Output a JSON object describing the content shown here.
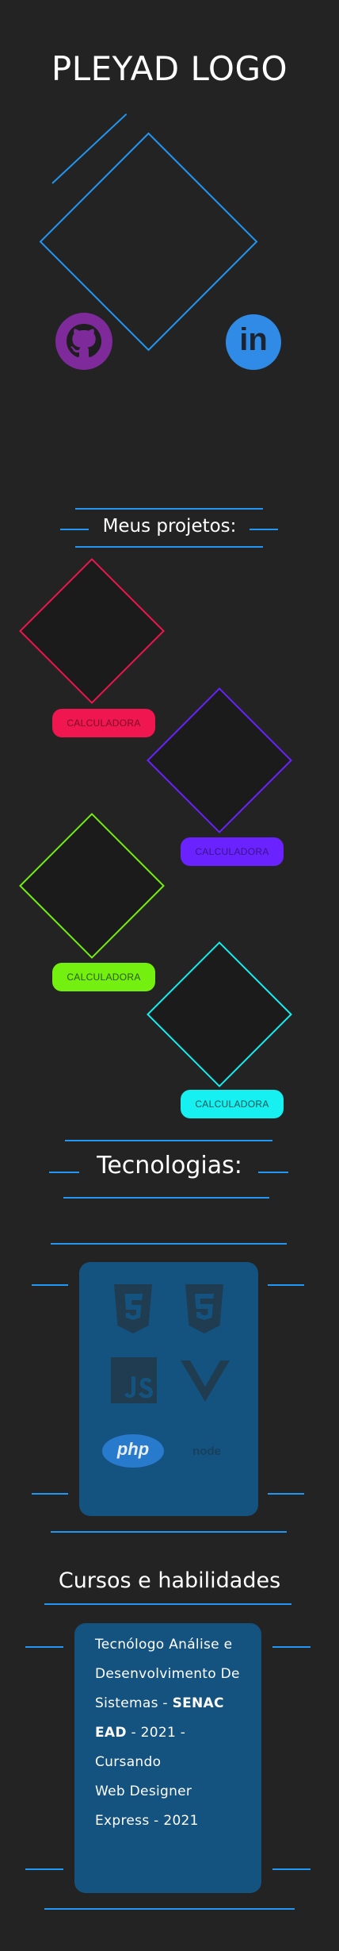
{
  "header": {
    "title": "PLEYAD LOGO"
  },
  "social": [
    {
      "name": "github",
      "icon": "github-icon",
      "color": "#7e2a9a"
    },
    {
      "name": "linkedin",
      "icon": "linkedin-icon",
      "color": "#2f8be6",
      "glyph": "in"
    }
  ],
  "projects": {
    "title": "Meus projetos:",
    "items": [
      {
        "label": "CALCULADORA",
        "color": "#f0164f"
      },
      {
        "label": "CALCULADORA",
        "color": "#6a22ff"
      },
      {
        "label": "CALCULADORA",
        "color": "#74f010"
      },
      {
        "label": "CALCULADORA",
        "color": "#16f0f0"
      }
    ]
  },
  "technologies": {
    "title": "Tecnologias:",
    "icons": [
      "css3-icon",
      "html5-icon",
      "javascript-icon",
      "vue-icon",
      "php-icon",
      "nodejs-icon"
    ],
    "php_text": "php",
    "node_text": "node"
  },
  "courses": {
    "title": "Cursos e habilidades",
    "lines": {
      "l1": "Tecnólogo Análise e",
      "l2": "Desenvolvimento De",
      "l3_a": "Sistemas - ",
      "l3_b": "SENAC",
      "l4_a": "EAD",
      "l4_b": " - 2021 -",
      "l5": "Cursando",
      "l6": "Web Designer",
      "l7": "Express - 2021"
    }
  },
  "colors": {
    "accent": "#2196f3",
    "background": "#232323",
    "card": "#145380"
  }
}
